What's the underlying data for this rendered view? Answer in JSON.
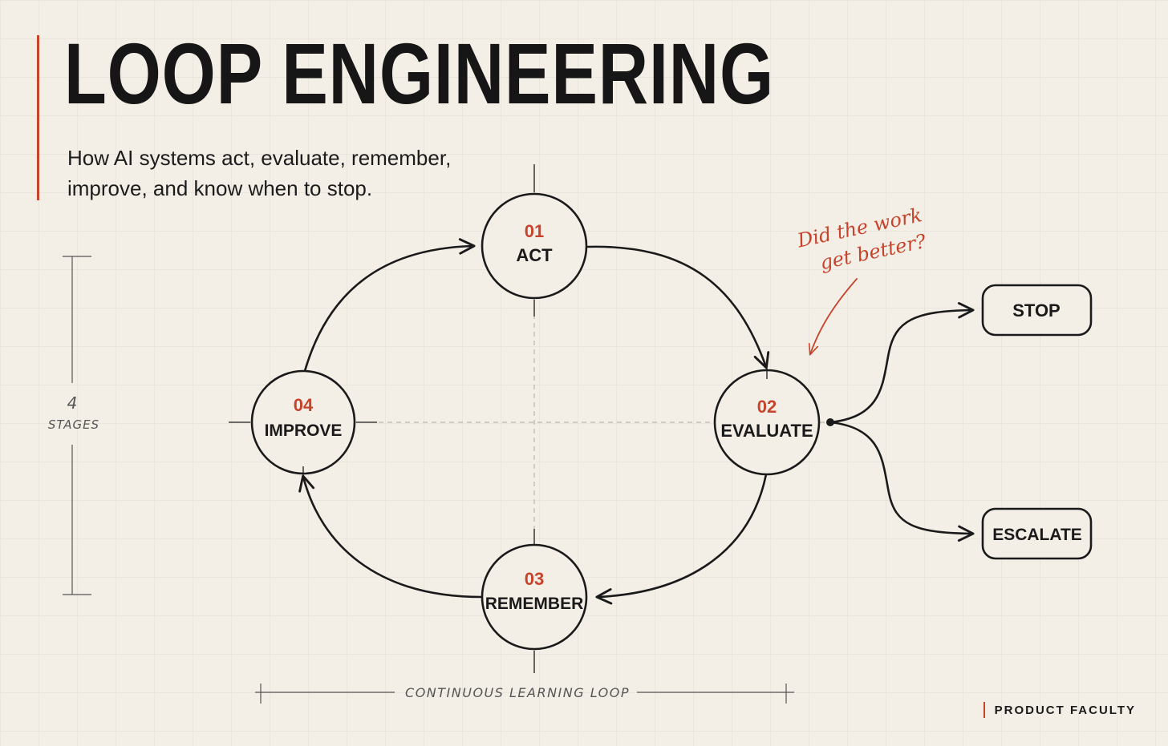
{
  "title": "LOOP ENGINEERING",
  "subtitle": "How AI systems act, evaluate, remember, improve, and know when to stop.",
  "stages": [
    {
      "number": "01",
      "label": "ACT"
    },
    {
      "number": "02",
      "label": "EVALUATE"
    },
    {
      "number": "03",
      "label": "REMEMBER"
    },
    {
      "number": "04",
      "label": "IMPROVE"
    }
  ],
  "outcomes": {
    "stop": "STOP",
    "escalate": "ESCALATE"
  },
  "annotation": {
    "line1": "Did the work",
    "line2": "get better?"
  },
  "side_label": {
    "count": "4",
    "text": "STAGES"
  },
  "bottom_label": "CONTINUOUS LEARNING LOOP",
  "footer": "PRODUCT FACULTY",
  "colors": {
    "accent": "#c8432b",
    "ink": "#1a1a1a",
    "background": "#f3efe7"
  }
}
